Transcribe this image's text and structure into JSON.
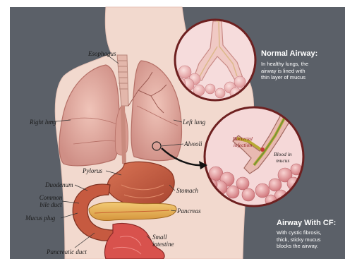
{
  "labels": {
    "esophagus": "Esophagus",
    "right_lung": "Right lung",
    "left_lung": "Left lung",
    "alveoli": "Alveoli",
    "pylorus": "Pylorus",
    "duodenum": "Duodenum",
    "common_bile_duct_1": "Common",
    "common_bile_duct_2": "bile duct",
    "mucus_plug": "Mucus plug",
    "stomach": "Stomach",
    "pancreas": "Pancreas",
    "small_intestine_1": "Small",
    "small_intestine_2": "intestine",
    "pancreatic_duct": "Pancreatic duct"
  },
  "normal_airway": {
    "title": "Normal Airway:",
    "lines": [
      "In healthy lungs, the",
      "airway is lined with",
      "thin layer of mucus"
    ]
  },
  "cf_airway": {
    "title": "Airway With CF:",
    "lines": [
      "With cystic fibrosis,",
      "thick, sticky mucus",
      "blocks the airway."
    ],
    "bacterial_1": "Bacterial",
    "bacterial_2": "infection",
    "blood_1": "Blood in",
    "blood_2": "mucus"
  },
  "colors": {
    "background_gray": "#5a5f66",
    "skin": "#f1d7cc",
    "lung": "#e2aaa0",
    "alveoli": "#eebcbc",
    "mucus": "#c4b040",
    "stomach": "#c8603f",
    "pancreas": "#e9b457",
    "intestine": "#d64a4a"
  }
}
